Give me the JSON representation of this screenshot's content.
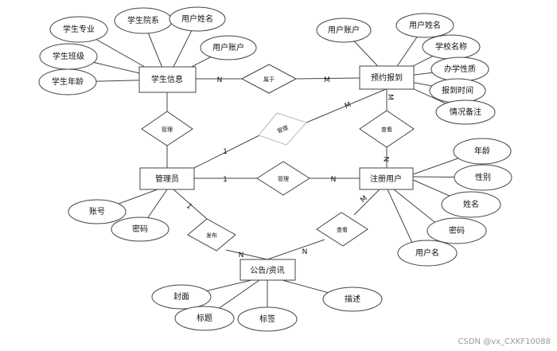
{
  "entities": {
    "student_info": "学生信息",
    "booking": "预约报到",
    "admin": "管理员",
    "registered_user": "注册用户",
    "notice": "公告/资讯"
  },
  "relationships": {
    "belongs_to": "属于",
    "admin_manage_student": "管理",
    "admin_manage_booking": "管理",
    "admin_manage_user": "管理",
    "user_view_booking": "查看",
    "publish": "发布",
    "user_view_notice": "查看"
  },
  "attributes": {
    "student_major": "学生专业",
    "student_dept": "学生院系",
    "student_user_name": "用户姓名",
    "student_user_account": "用户账户",
    "student_class": "学生班级",
    "student_age": "学生年龄",
    "booking_user_account": "用户账户",
    "booking_user_name": "用户姓名",
    "booking_school": "学校名称",
    "booking_nature": "办学性质",
    "booking_time": "报到时间",
    "booking_note": "情况备注",
    "user_age": "年龄",
    "user_gender": "性别",
    "user_fullname": "姓名",
    "user_password": "密码",
    "user_username": "用户名",
    "admin_account": "账号",
    "admin_password": "密码",
    "notice_cover": "封面",
    "notice_title": "标题",
    "notice_tag": "标签",
    "notice_desc": "描述"
  },
  "cardinalities": {
    "student_belongs": "N",
    "booking_belongs": "M",
    "booking_view": "M",
    "user_view_booking": "N",
    "admin_manage_booking": "1",
    "admin_manage_user": "1",
    "user_manage": "N",
    "admin_publish": "1",
    "notice_publish": "N",
    "notice_view": "N",
    "user_view_notice": "M"
  },
  "watermark": "CSDN @vx_CXKF10088"
}
